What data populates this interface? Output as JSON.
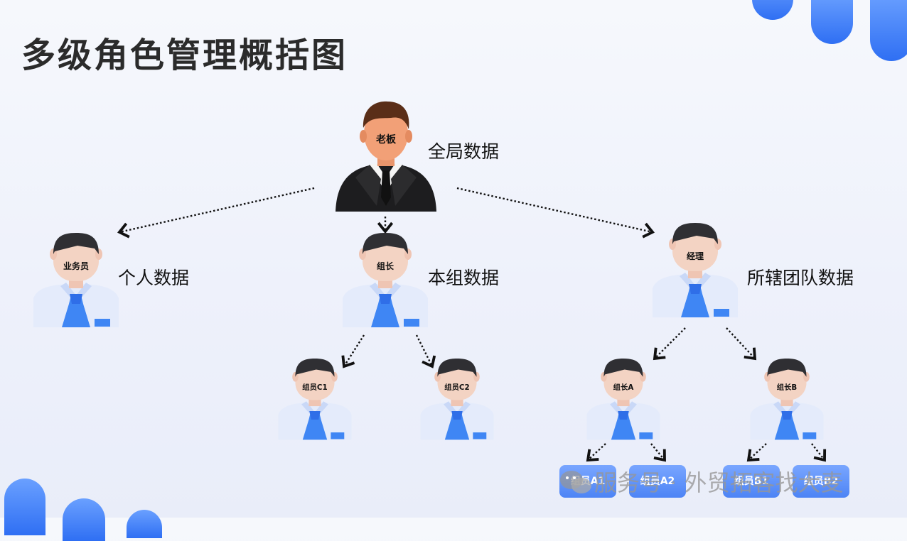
{
  "title": "多级角色管理概括图",
  "boss": {
    "label": "老板",
    "scope": "全局数据"
  },
  "level1": [
    {
      "label": "业务员",
      "scope": "个人数据"
    },
    {
      "label": "组长",
      "scope": "本组数据"
    },
    {
      "label": "经理",
      "scope": "所辖团队数据"
    }
  ],
  "group_members": [
    {
      "label": "组员C1"
    },
    {
      "label": "组员C2"
    }
  ],
  "team_leads": [
    {
      "label": "组长A"
    },
    {
      "label": "组长B"
    }
  ],
  "members": [
    {
      "label": "组员A1"
    },
    {
      "label": "组员A2"
    },
    {
      "label": "组员B1"
    },
    {
      "label": "组员B2"
    }
  ],
  "watermark": {
    "text": "服务号 · 外贸拓客找大麦",
    "icon": "wechat-icon"
  },
  "colors": {
    "accent": "#4d84f5",
    "tie": "#3f86f4",
    "skin": "#f3d3c3",
    "hair": "#2f2f33"
  }
}
